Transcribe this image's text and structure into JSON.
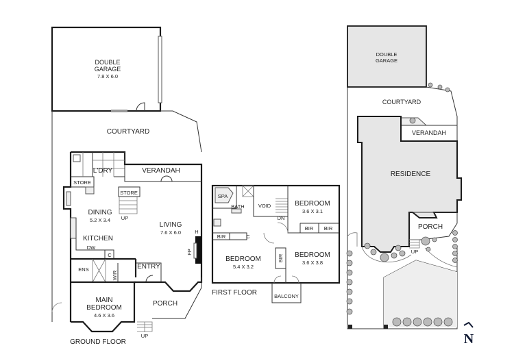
{
  "plan": {
    "ground_floor": {
      "caption": "GROUND FLOOR",
      "rooms": {
        "garage": {
          "name_line1": "DOUBLE",
          "name_line2": "GARAGE",
          "dims": "7.8 X 6.0"
        },
        "courtyard": {
          "name": "COURTYARD"
        },
        "laundry": {
          "name": "L'DRY"
        },
        "store1": {
          "name": "STORE"
        },
        "store2": {
          "name": "STORE"
        },
        "verandah": {
          "name": "VERANDAH"
        },
        "dining": {
          "name": "DINING",
          "dims": "5.2 X 3.4"
        },
        "kitchen": {
          "name": "KITCHEN"
        },
        "living": {
          "name": "LIVING",
          "dims": "7.6 X 6.0"
        },
        "ensuite": {
          "name": "ENS"
        },
        "wir": {
          "name": "WIR"
        },
        "entry": {
          "name": "ENTRY"
        },
        "main_bedroom": {
          "name_line1": "MAIN",
          "name_line2": "BEDROOM",
          "dims": "4.6 X 3.6"
        },
        "porch": {
          "name": "PORCH"
        }
      },
      "annotations": {
        "up_stairs": "UP",
        "up_steps": "UP",
        "dw": "DW",
        "c": "C",
        "h": "H",
        "fp": "FP"
      }
    },
    "first_floor": {
      "caption": "FIRST FLOOR",
      "rooms": {
        "spa": {
          "name": "SPA"
        },
        "bath": {
          "name": "BATH"
        },
        "void": {
          "name": "VOID"
        },
        "bedroom_ne": {
          "name": "BEDROOM",
          "dims": "3.6 X 3.1"
        },
        "bir_1": {
          "name": "BIR"
        },
        "bir_2": {
          "name": "BIR"
        },
        "bir_3": {
          "name": "BIR"
        },
        "bir_4": {
          "name": "BIR"
        },
        "c": {
          "name": "C"
        },
        "bedroom_w": {
          "name": "BEDROOM",
          "dims": "5.4 X 3.2"
        },
        "bedroom_se": {
          "name": "BEDROOM",
          "dims": "3.6 X 3.8"
        },
        "balcony": {
          "name": "BALCONY"
        }
      },
      "annotations": {
        "dn": "DN"
      }
    },
    "site_plan": {
      "garage": {
        "name_line1": "DOUBLE",
        "name_line2": "GARAGE"
      },
      "courtyard": {
        "name": "COURTYARD"
      },
      "verandah": {
        "name": "VERANDAH"
      },
      "residence": {
        "name": "RESIDENCE"
      },
      "porch": {
        "name": "PORCH"
      },
      "up": "UP"
    },
    "north_arrow": {
      "label": "N"
    }
  }
}
